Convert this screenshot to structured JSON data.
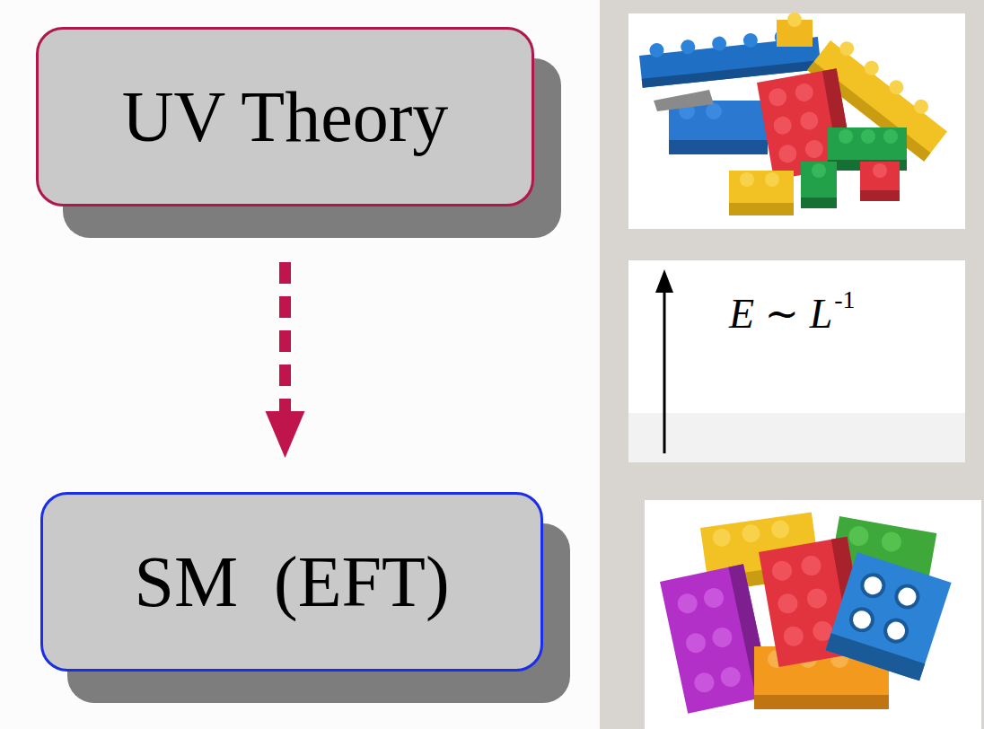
{
  "diagram": {
    "nodes": [
      {
        "text": [
          "UV Theory"
        ]
      },
      {
        "text": [
          "SM  (EFT)"
        ]
      }
    ],
    "edges": [
      {
        "from": 0,
        "to": 1,
        "arrow": "to"
      }
    ],
    "labels": [
      "E ∼ L",
      "-1"
    ]
  }
}
